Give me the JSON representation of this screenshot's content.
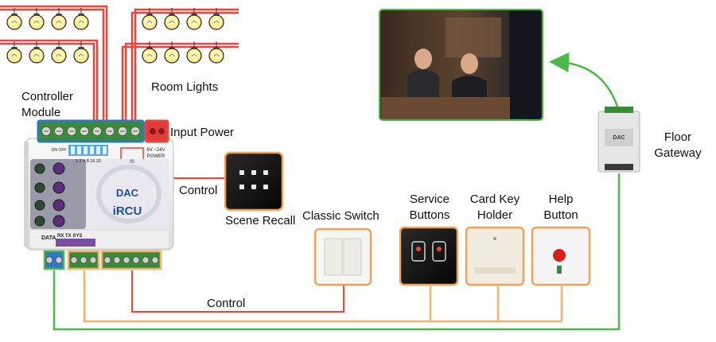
{
  "labels": {
    "controller_module": "Controller\nModule",
    "room_lights": "Room Lights",
    "input_power": "Input Power",
    "control_top": "Control",
    "scene_recall": "Scene Recall",
    "classic_switch": "Classic Switch",
    "service_buttons": "Service\nButtons",
    "card_key_holder": "Card Key\nHolder",
    "help_button": "Help\nButton",
    "floor_gateway": "Floor\nGateway",
    "control_bottom": "Control"
  },
  "controller": {
    "brand": "DAC",
    "model": "iRCU",
    "power_text": "6V ~24V",
    "power_sub": "POWER",
    "onoff": "ON\nOFF",
    "dip_numbers": "1 2 4 8 16 32",
    "data_label": "DATA",
    "status_labels": "RX  TX  SYS",
    "is_label": "IS"
  },
  "gateway": {
    "tag": "DAC"
  },
  "colors": {
    "lights_wire": "#e8473c",
    "blue_group": "#2f78c4",
    "red_group": "#e8473c",
    "orange_wire": "#f7b26a",
    "green_wire": "#4cb848",
    "device_border_orange": "#f5a15b",
    "device_border_red": "#e8473c",
    "arrow_green": "#4cb848"
  }
}
